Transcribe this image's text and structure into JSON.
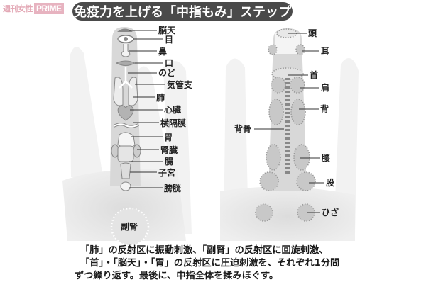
{
  "logo": {
    "text_ja": "週刊女性",
    "text_en": "PRIME"
  },
  "title": "免疫力を上げる「中指もみ」ステップ",
  "left_diagram": {
    "description": "palm side of middle finger - internal organs reflex zones",
    "labels": [
      "脳天",
      "目",
      "鼻",
      "口",
      "のど",
      "気管支",
      "肺",
      "心臓",
      "横隔膜",
      "胃",
      "腎臓",
      "腸",
      "子宮",
      "膀胱"
    ],
    "palm_label": "副腎"
  },
  "right_diagram": {
    "description": "back side of middle finger - body part reflex zones",
    "labels_right": [
      "頭",
      "耳",
      "首",
      "肩",
      "背",
      "腰",
      "股",
      "ひざ"
    ],
    "label_left": "背骨"
  },
  "caption": {
    "line1": "「肺」の反射区に振動刺激、「副腎」の反射区に回旋刺激、",
    "line2": "「首」・「脳天」・「胃」の反射区に圧迫刺激を、それぞれ1分間",
    "line3": "ずつ繰り返す。最後に、中指全体を揉みほぐす。"
  },
  "colors": {
    "title_bg": "#4a4a4a",
    "logo_pink": "#e7b3c0",
    "finger_fill": "#d6d6d6",
    "hand_fill": "#eeeeee",
    "zone_fill": "#bdbdbd"
  }
}
